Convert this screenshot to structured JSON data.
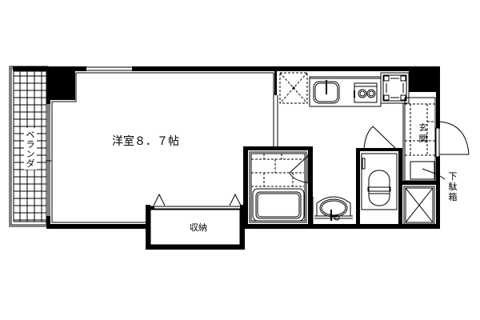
{
  "floorplan": {
    "rooms": {
      "western_room": {
        "label": "洋室８．７帖",
        "type": "Western-style room",
        "size_jo": "8.7"
      },
      "storage": {
        "label": "収納"
      },
      "balcony": {
        "label": "ベランダ",
        "chars": [
          "ベ",
          "ラ",
          "ン",
          "ダ"
        ]
      },
      "entrance": {
        "label": "玄関",
        "chars": [
          "玄",
          "関"
        ]
      },
      "shoe_box": {
        "label": "下駄箱",
        "chars": [
          "下",
          "駄",
          "箱"
        ]
      }
    },
    "fixtures": [
      "washing-machine-space",
      "kitchen-sink",
      "stove-burners",
      "refrigerator-space",
      "bathtub",
      "bath-washing-area",
      "washbasin",
      "toilet",
      "storage-cabinet"
    ],
    "colors": {
      "wall": "#000000",
      "background": "#ffffff",
      "line": "#000000"
    }
  }
}
